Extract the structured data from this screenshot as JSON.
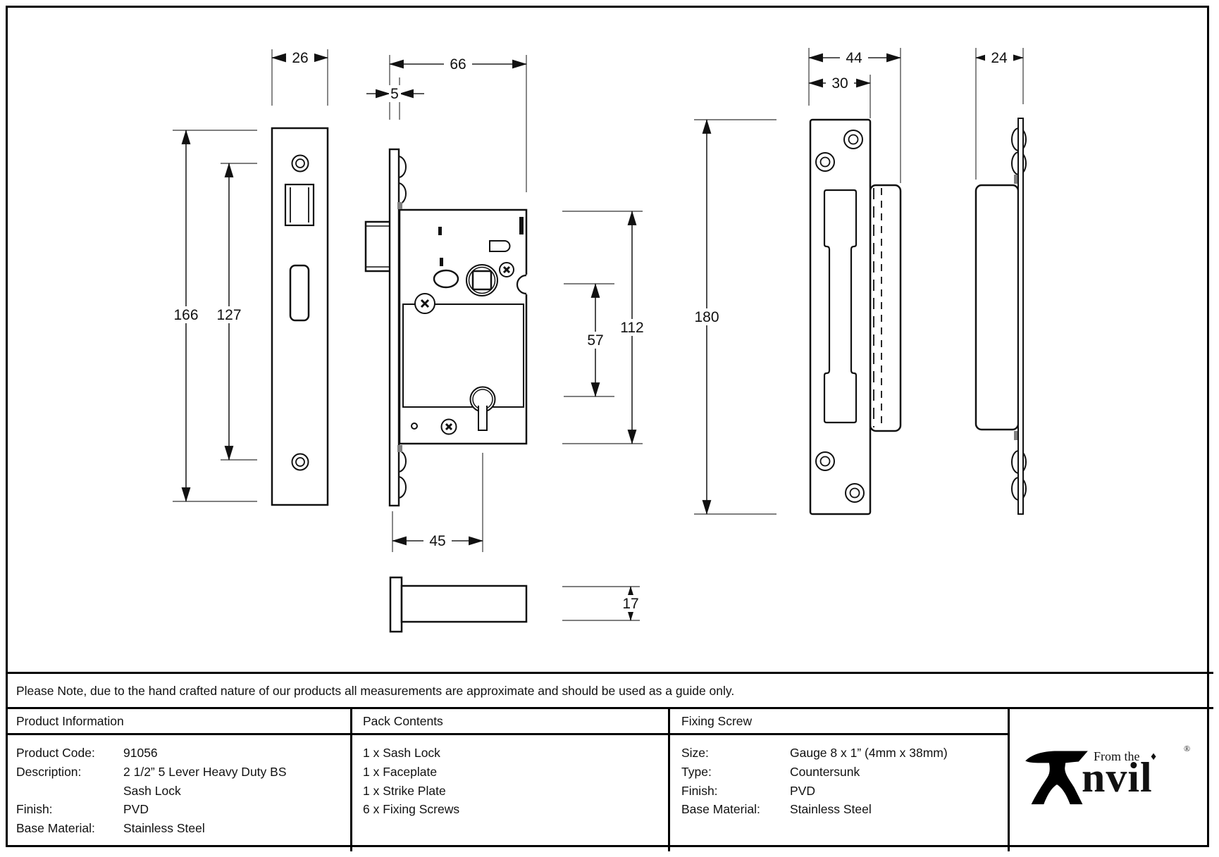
{
  "note": "Please Note, due to the hand crafted nature of our products all measurements are approximate and should be used as a guide only.",
  "table": {
    "product_information": {
      "header": "Product Information",
      "rows": [
        {
          "label": "Product Code:",
          "value": "91056"
        },
        {
          "label": "Description:",
          "value": "2 1/2” 5 Lever Heavy Duty BS"
        },
        {
          "label": "",
          "value": "Sash Lock"
        },
        {
          "label": "Finish:",
          "value": "PVD"
        },
        {
          "label": "Base Material:",
          "value": "Stainless Steel"
        }
      ]
    },
    "pack_contents": {
      "header": "Pack Contents",
      "items": [
        "1 x Sash Lock",
        "1 x Faceplate",
        "1 x Strike Plate",
        "6 x Fixing Screws"
      ]
    },
    "fixing_screw": {
      "header": "Fixing Screw",
      "rows": [
        {
          "label": "Size:",
          "value": "Gauge 8 x 1” (4mm x 38mm)"
        },
        {
          "label": "Type:",
          "value": "Countersunk"
        },
        {
          "label": "Finish:",
          "value": "PVD"
        },
        {
          "label": "Base Material:",
          "value": "Stainless Steel"
        }
      ]
    }
  },
  "logo": {
    "from_the": "From the",
    "anvil_suffix": "nvil",
    "registered": "®",
    "diamond": "♦"
  },
  "dimensions": {
    "faceplate_width": "26",
    "faceplate_length": "166",
    "fixing_centres": "127",
    "case_depth": "66",
    "faceplate_thickness": "5",
    "case_height": "112",
    "follower_to_keyhole": "57",
    "backset": "45",
    "strike_length": "180",
    "strike_overall_width": "44",
    "strike_plate_width": "30",
    "strike_depth": "24",
    "case_thickness": "17"
  },
  "colors": {
    "line": "#111111",
    "dim_line": "#222222",
    "ext_line": "#555555",
    "tab_gray": "#808080"
  }
}
